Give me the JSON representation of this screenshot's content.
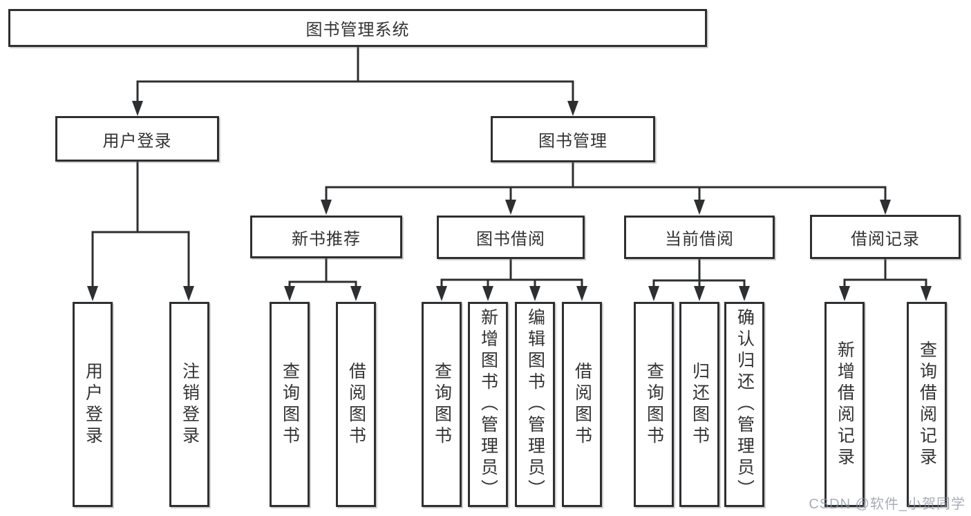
{
  "nodes": {
    "root": "图书管理系统",
    "user_login": "用户登录",
    "book_mgmt": "图书管理",
    "new_book_rec": "新书推荐",
    "book_borrow": "图书借阅",
    "current_borrow": "当前借阅",
    "borrow_records": "借阅记录",
    "leaf_user_login": "用户登录",
    "leaf_logout": "注销登录",
    "leaf_query_books_rec": "查询图书",
    "leaf_borrow_books_rec": "借阅图书",
    "leaf_query_books_borrow": "查询图书",
    "leaf_add_books_admin": "新增图书（管理员）",
    "leaf_edit_books_admin": "编辑图书（管理员）",
    "leaf_borrow_books_borrow": "借阅图书",
    "leaf_query_books_current": "查询图书",
    "leaf_return_books": "归还图书",
    "leaf_confirm_return_admin": "确认归还（管理员）",
    "leaf_add_borrow_record": "新增借阅记录",
    "leaf_query_borrow_record": "查询借阅记录"
  },
  "hierarchy": [
    {
      "parent": "图书管理系统",
      "children": [
        "用户登录",
        "图书管理"
      ]
    },
    {
      "parent": "用户登录",
      "children": [
        "用户登录",
        "注销登录"
      ]
    },
    {
      "parent": "图书管理",
      "children": [
        "新书推荐",
        "图书借阅",
        "当前借阅",
        "借阅记录"
      ]
    },
    {
      "parent": "新书推荐",
      "children": [
        "查询图书",
        "借阅图书"
      ]
    },
    {
      "parent": "图书借阅",
      "children": [
        "查询图书",
        "新增图书（管理员）",
        "编辑图书（管理员）",
        "借阅图书"
      ]
    },
    {
      "parent": "当前借阅",
      "children": [
        "查询图书",
        "归还图书",
        "确认归还（管理员）"
      ]
    },
    {
      "parent": "借阅记录",
      "children": [
        "新增借阅记录",
        "查询借阅记录"
      ]
    }
  ],
  "watermark": {
    "text": "CSDN @软件_小贺同学"
  },
  "colors": {
    "line": "#2d2f31",
    "text": "#333333",
    "background": "#ffffff",
    "watermark": "#8a93a0"
  }
}
